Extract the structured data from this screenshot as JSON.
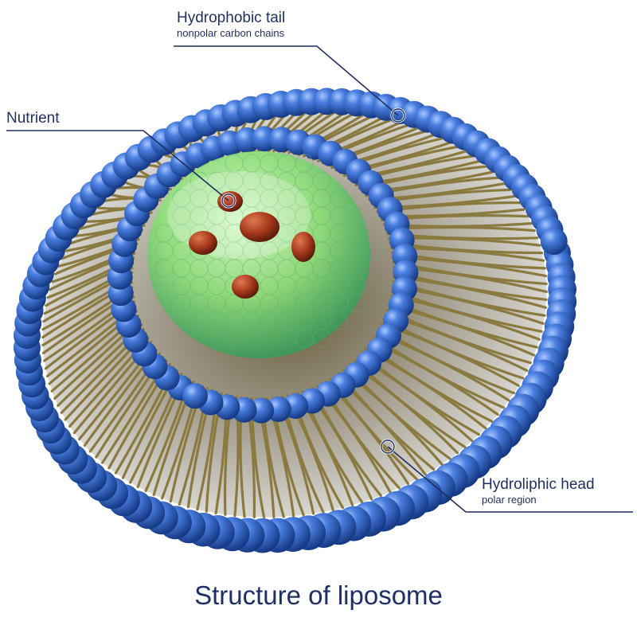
{
  "labels": {
    "tail": {
      "title": "Hydrophobic tail",
      "subtitle": "nonpolar carbon chains"
    },
    "nutrient": {
      "title": "Nutrient"
    },
    "head": {
      "title": "Hydroliphic head",
      "subtitle": "polar region"
    }
  },
  "caption": "Structure of liposome",
  "colors": {
    "head": "#2f5fc0",
    "head_dark": "#163a86",
    "tail": "#8a7a40",
    "core": "#8fe07a",
    "nutrient": "#a5371a",
    "text": "#1f2f5f"
  }
}
